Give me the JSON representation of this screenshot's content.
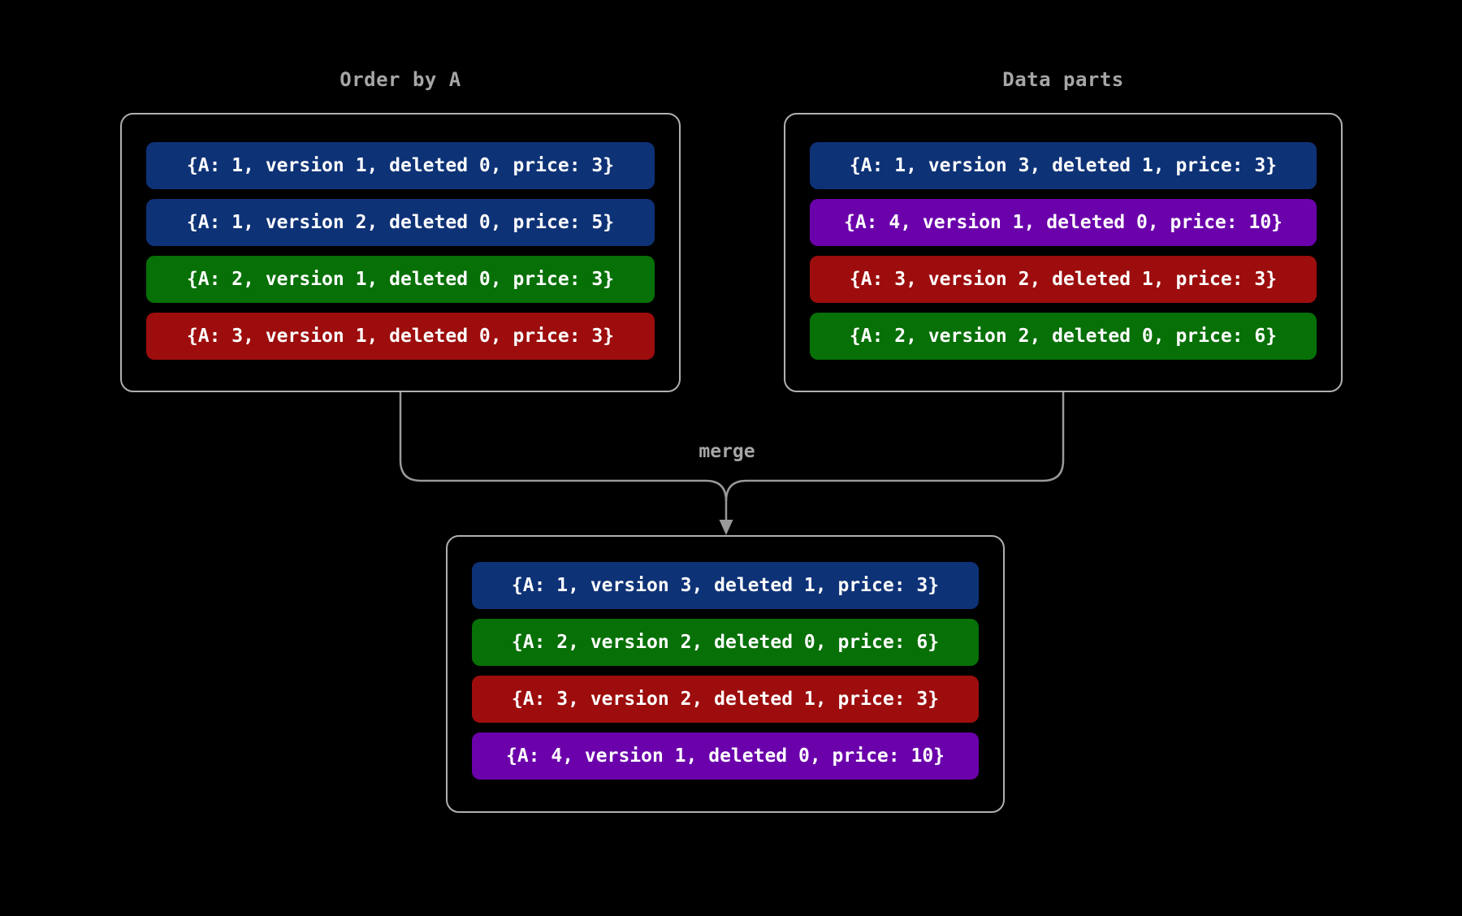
{
  "colors": {
    "background": "#000000",
    "blue": "#0e3276",
    "green": "#077007",
    "red": "#9d0d0d",
    "purple": "#6b01ab",
    "border": "#b0b0b0",
    "edge": "#999999",
    "label": "#a6a6a6",
    "text": "#ffffff"
  },
  "edge_label": "merge",
  "boxes": [
    {
      "id": "order-by-a",
      "title": "Order by A",
      "rows": [
        {
          "color": "blue",
          "text": "{A: 1, version 1, deleted 0, price: 3}"
        },
        {
          "color": "blue",
          "text": "{A: 1, version 2, deleted 0, price: 5}"
        },
        {
          "color": "green",
          "text": "{A: 2, version 1, deleted 0, price: 3}"
        },
        {
          "color": "red",
          "text": "{A: 3, version 1, deleted 0, price: 3}"
        }
      ]
    },
    {
      "id": "data-parts",
      "title": "Data parts",
      "rows": [
        {
          "color": "blue",
          "text": "{A: 1, version 3, deleted 1, price: 3}"
        },
        {
          "color": "purple",
          "text": "{A: 4, version 1, deleted 0, price: 10}"
        },
        {
          "color": "red",
          "text": "{A: 3, version 2, deleted 1, price: 3}"
        },
        {
          "color": "green",
          "text": "{A: 2, version 2, deleted 0, price: 6}"
        }
      ]
    },
    {
      "id": "merged",
      "title": "",
      "rows": [
        {
          "color": "blue",
          "text": "{A: 1, version 3, deleted 1, price: 3}"
        },
        {
          "color": "green",
          "text": "{A: 2, version 2, deleted 0, price: 6}"
        },
        {
          "color": "red",
          "text": "{A: 3, version 2, deleted 1, price: 3}"
        },
        {
          "color": "purple",
          "text": "{A: 4, version 1, deleted 0, price: 10}"
        }
      ]
    }
  ]
}
